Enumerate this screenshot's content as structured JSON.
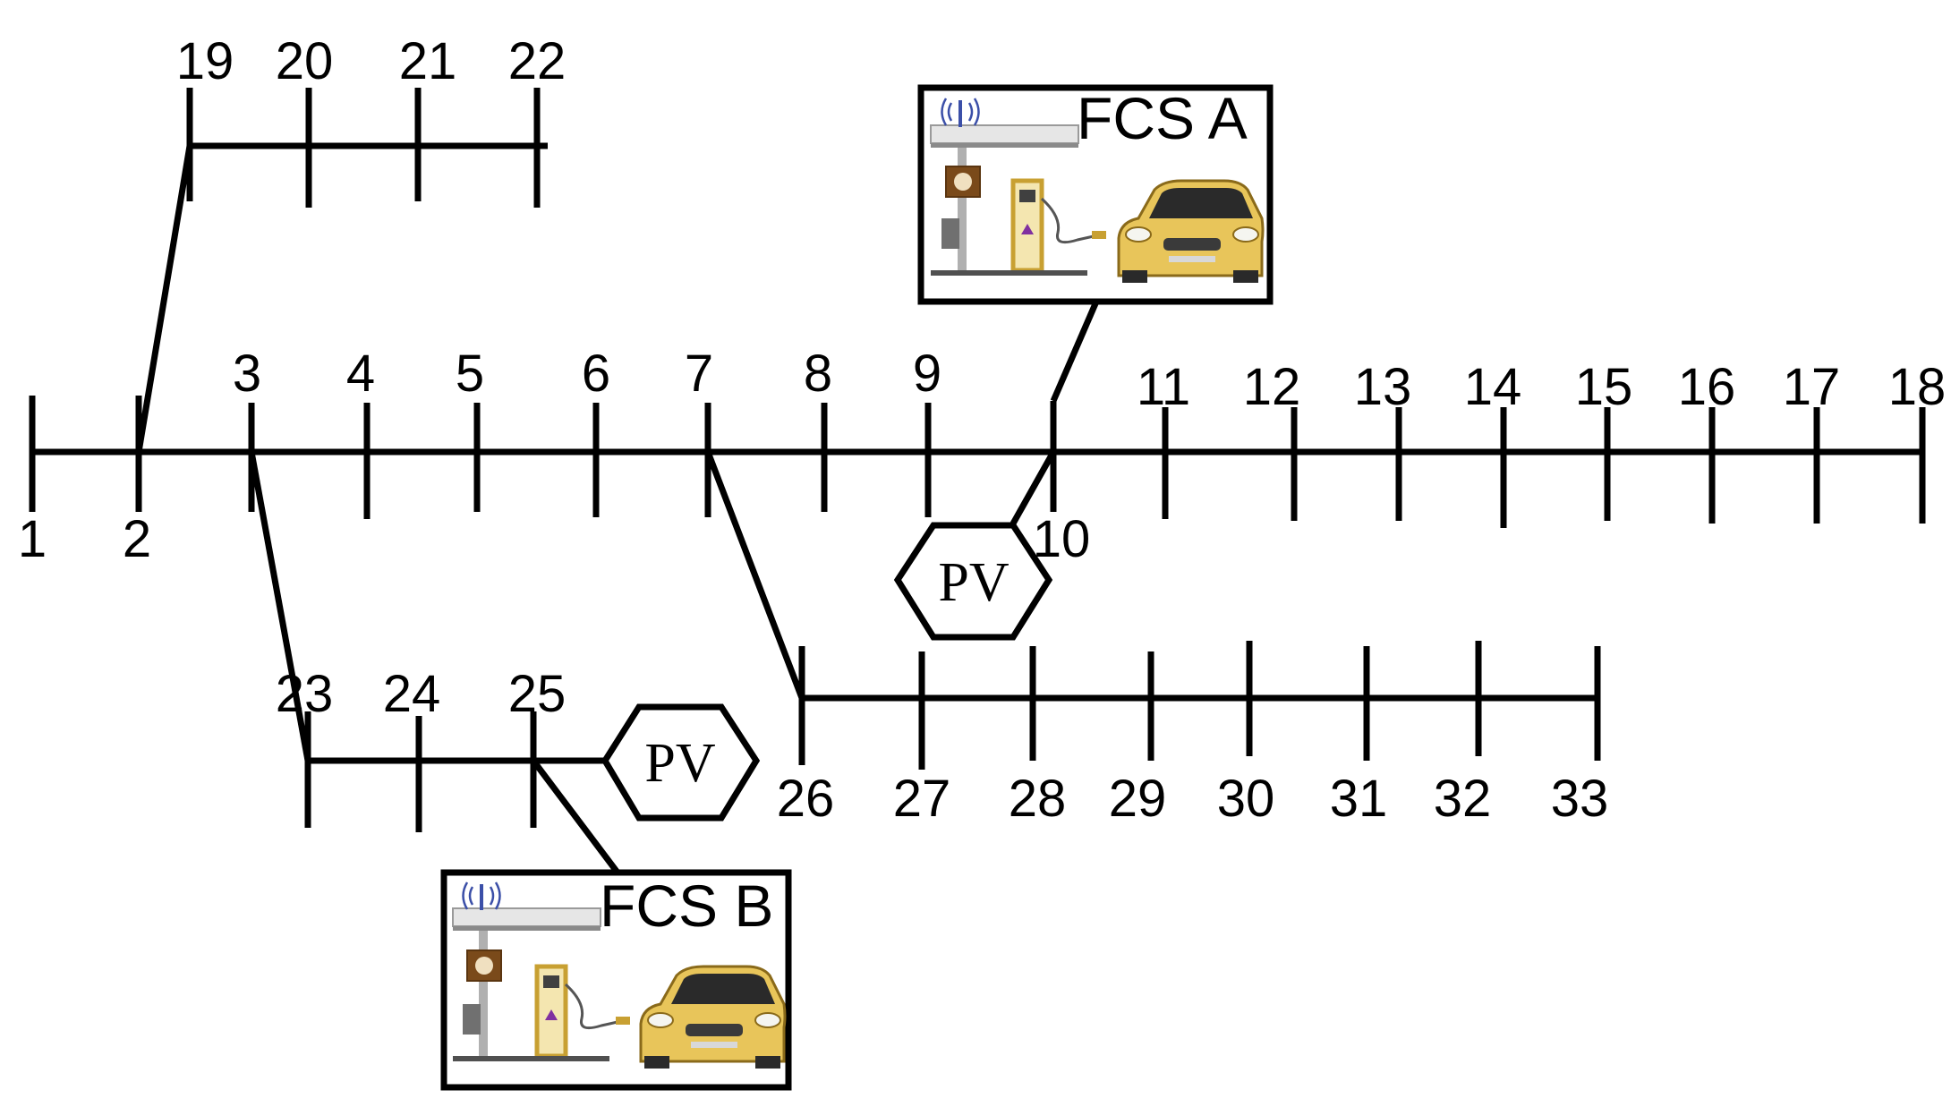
{
  "diagram": {
    "buses": [
      "1",
      "2",
      "3",
      "4",
      "5",
      "6",
      "7",
      "8",
      "9",
      "10",
      "11",
      "12",
      "13",
      "14",
      "15",
      "16",
      "17",
      "18",
      "19",
      "20",
      "21",
      "22",
      "23",
      "24",
      "25",
      "26",
      "27",
      "28",
      "29",
      "30",
      "31",
      "32",
      "33"
    ],
    "pv_units": [
      {
        "label": "PV",
        "bus": "10"
      },
      {
        "label": "PV",
        "bus": "25"
      }
    ],
    "charging_stations": [
      {
        "label": "FCS A",
        "bus": "10"
      },
      {
        "label": "FCS B",
        "bus": "25"
      }
    ]
  },
  "colors": {
    "line": "#000000",
    "car_body": "#e8c55a",
    "canopy": "#e6e6e6",
    "charger_frame": "#c8a032",
    "panel_accent": "#7a4a1a",
    "antenna": "#3b4fa8"
  }
}
